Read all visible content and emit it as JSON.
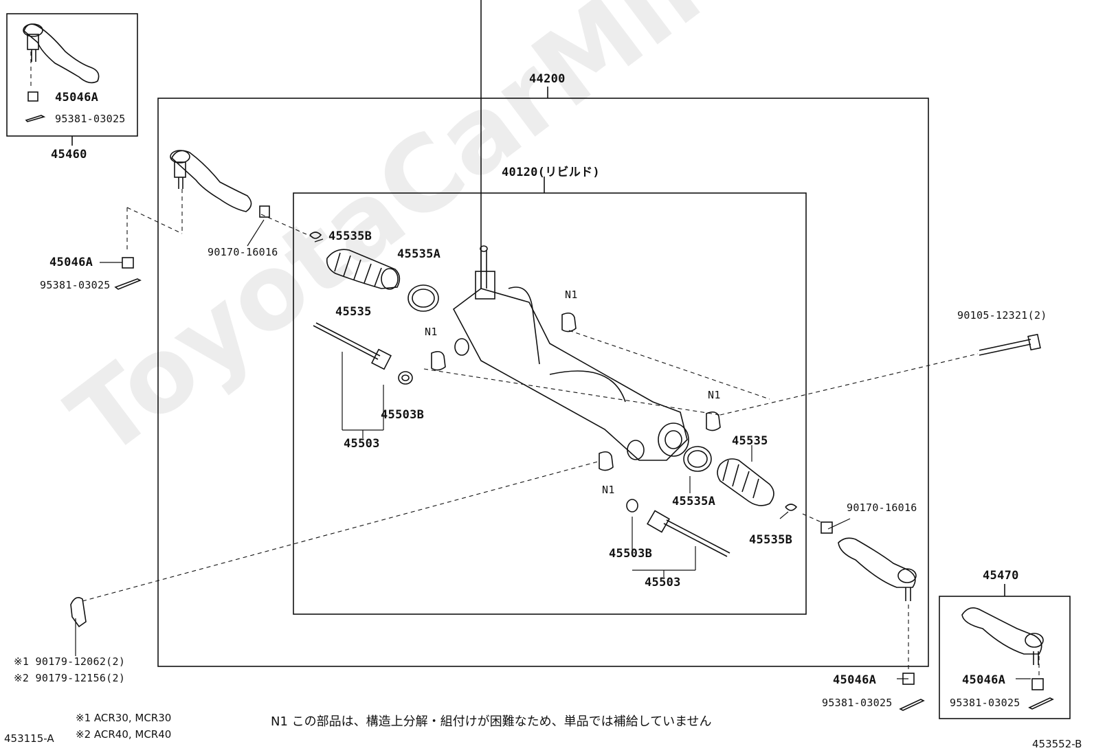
{
  "watermark": "ToyotaCarMine.ru",
  "labels": {
    "p44200": "44200",
    "p40120": "40120(リビルド)",
    "p45460": "45460",
    "p45470": "45470",
    "p45046A_tl": "45046A",
    "p95381_tl": "95381-03025",
    "p45046A_l": "45046A",
    "p95381_l": "95381-03025",
    "p90170_l": "90170-16016",
    "p45535B_l": "45535B",
    "p45535A_l": "45535A",
    "p45535_l": "45535",
    "pN1_a": "N1",
    "pN1_b": "N1",
    "pN1_c": "N1",
    "pN1_d": "N1",
    "p45503B_l": "45503B",
    "p45503_l": "45503",
    "p90105": "90105-12321(2)",
    "p45535_r": "45535",
    "p45535A_r": "45535A",
    "p45535B_r": "45535B",
    "p90170_r": "90170-16016",
    "p45503B_r": "45503B",
    "p45503_r": "45503",
    "p45046A_r": "45046A",
    "p95381_r": "95381-03025",
    "p45046A_br": "45046A",
    "p95381_br": "95381-03025",
    "bolt1": "※1  90179-12062(2)",
    "bolt2": "※2  90179-12156(2)"
  },
  "footer": {
    "note_n1": "N1  この部品は、構造上分解・組付けが困難なため、単品では補給していません",
    "model1": "※1  ACR30, MCR30",
    "model2": "※2  ACR40, MCR40",
    "code_left": "453115-A",
    "code_right": "453552-B"
  }
}
